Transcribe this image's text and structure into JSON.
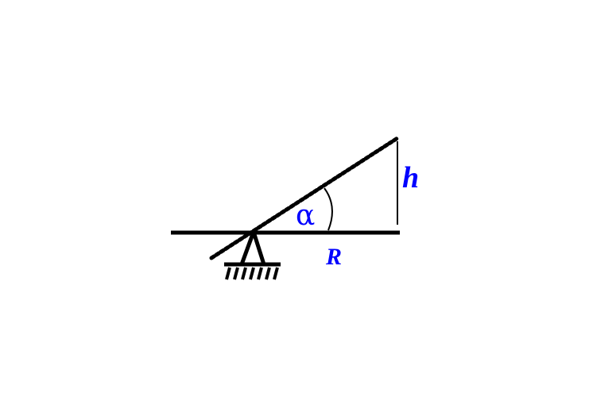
{
  "diagram": {
    "type": "geometry",
    "labels": {
      "angle": "α",
      "height": "h",
      "base": "R"
    },
    "colors": {
      "lines": "#000000",
      "labels": "#0000ff",
      "background": "#ffffff"
    },
    "elements": [
      "horizontal ground line",
      "dotted inclined line through pivot",
      "vertical height segment",
      "angle arc",
      "pivot support with hatched base"
    ]
  }
}
